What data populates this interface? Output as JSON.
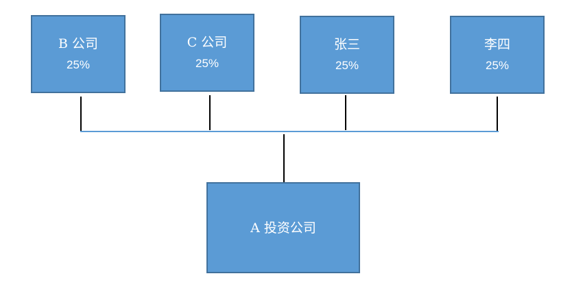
{
  "shareholders": [
    {
      "name": "B 公司",
      "share": "25%"
    },
    {
      "name": "C 公司",
      "share": "25%"
    },
    {
      "name": "张三",
      "share": "25%"
    },
    {
      "name": "李四",
      "share": "25%"
    }
  ],
  "company": {
    "name": "A 投资公司"
  },
  "colors": {
    "box_fill": "#5b9bd5",
    "box_border": "#41719c",
    "text": "#ffffff",
    "connector": "#000000",
    "bus_line": "#5b9bd5"
  }
}
